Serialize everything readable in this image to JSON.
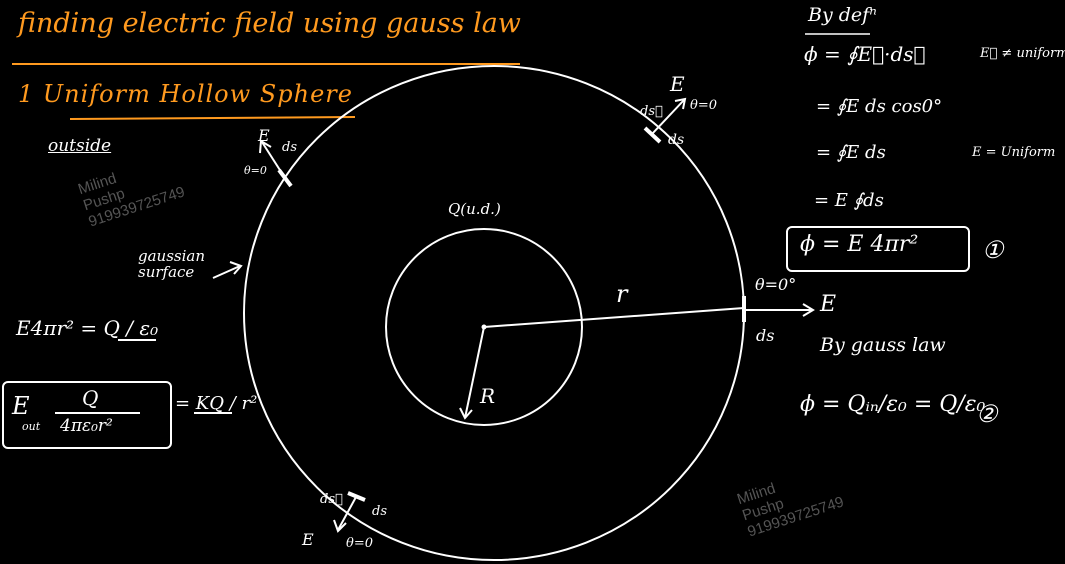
{
  "title": "finding electric field using gauss law",
  "subtitle": "1  Uniform Hollow Sphere",
  "section": "outside",
  "watermark": {
    "name1": "Milind",
    "name2": "Pushp",
    "phone": "919939725749"
  },
  "labels": {
    "gaussian_surface": "gaussian surface",
    "charge_note": "Q(u.d.)",
    "r": "r",
    "R": "R",
    "E": "E",
    "ds": "ds",
    "theta0": "θ=0",
    "theta0deg": "θ=0°",
    "ds_vec": "ds⃗"
  },
  "derivation_left": {
    "eq1": "E4πr² = Q / ε₀",
    "eout_lhs": "E",
    "eout_sub": "out",
    "eout_num": "Q",
    "eout_den": "4πε₀r²",
    "eout_rhs": "= KQ / r²"
  },
  "derivation_right": {
    "by_def": "By defⁿ",
    "line1": "ϕ = ∮E⃗·ds⃗",
    "line1_note": "E⃗ ≠ uniform",
    "line2": "= ∮E ds cos0°",
    "line3": "= ∮E ds",
    "line3_note": "E = Uniform",
    "line4": "= E ∮ds",
    "boxed": "ϕ = E 4πr²",
    "eq_tag1": "①",
    "by_gauss": "By gauss law",
    "line5": "ϕ = Qᵢₙ/ε₀ = Q/ε₀",
    "eq_tag2": "②"
  },
  "colors": {
    "chalk": "#ffffff",
    "accent": "#ff9a1f",
    "watermark": "#555555"
  }
}
